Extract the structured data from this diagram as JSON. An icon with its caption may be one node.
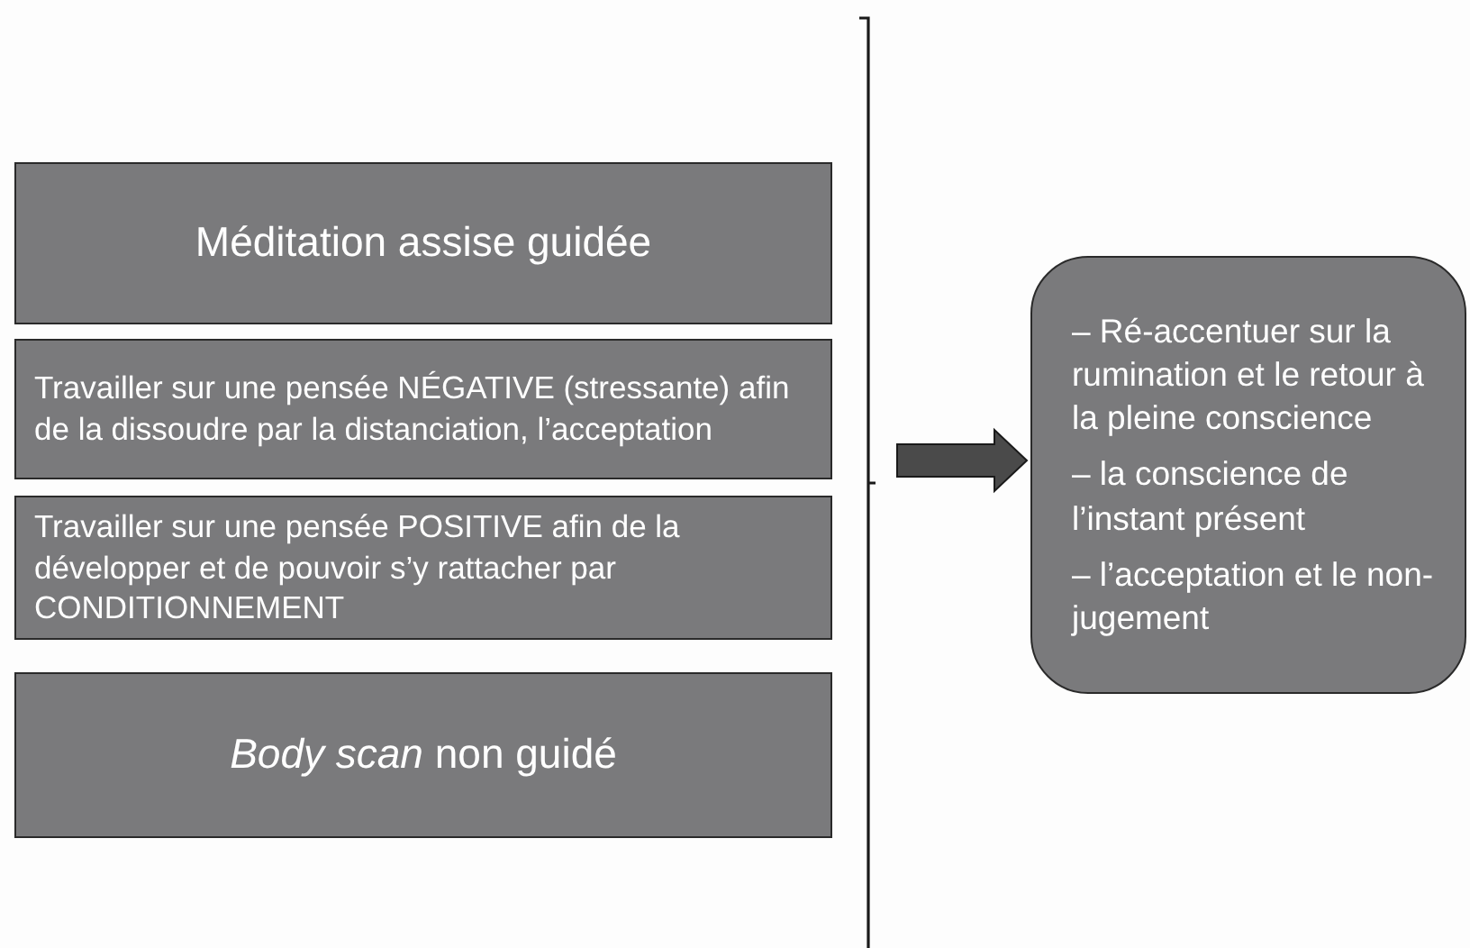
{
  "diagram": {
    "nodes": [
      {
        "text": [
          "Méditation assise guidée"
        ]
      },
      {
        "text": [
          "Travailler sur une pensée NÉGATIVE (stressante) afin de la dissoudre par la distanciation, l’acceptation"
        ]
      },
      {
        "text": [
          "Travailler sur une pensée POSITIVE afin de la développer et de pouvoir s’y rattacher par CONDITIONNEMENT"
        ]
      },
      {
        "text": [
          "*Body scan* non guidé"
        ]
      },
      {
        "text": [
          "– Ré-accentuer sur la rumination et le retour à la pleine conscience",
          "– la conscience de l’instant présent",
          "– l’acceptation et le non-jugement"
        ]
      }
    ],
    "edges": [
      {
        "from": null,
        "to": 4,
        "arrow": "to"
      }
    ]
  }
}
